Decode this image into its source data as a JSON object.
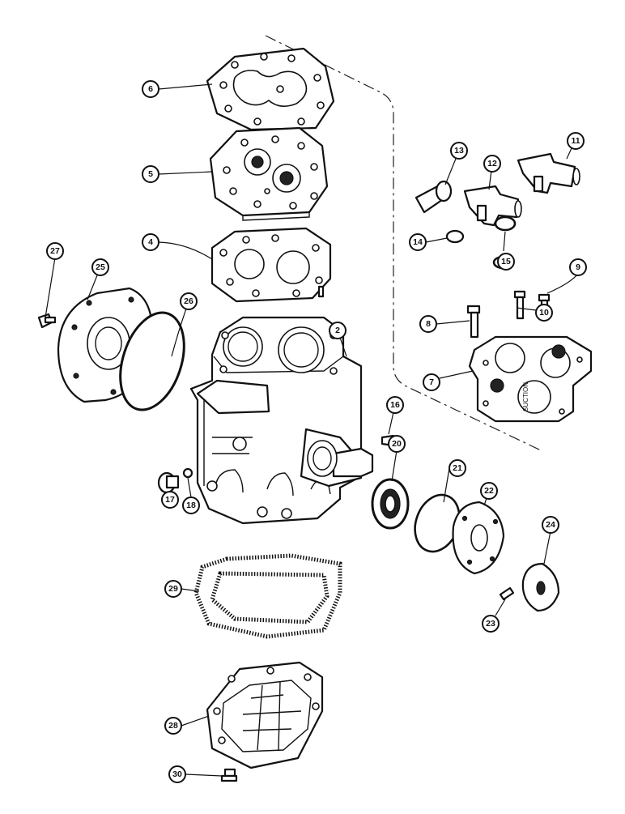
{
  "callouts": [
    "2",
    "4",
    "5",
    "6",
    "7",
    "8",
    "9",
    "10",
    "11",
    "12",
    "13",
    "14",
    "15",
    "16",
    "17",
    "18",
    "20",
    "21",
    "22",
    "23",
    "24",
    "25",
    "26",
    "27",
    "28",
    "29",
    "30"
  ],
  "stamp": {
    "suction": "SUCTION"
  }
}
